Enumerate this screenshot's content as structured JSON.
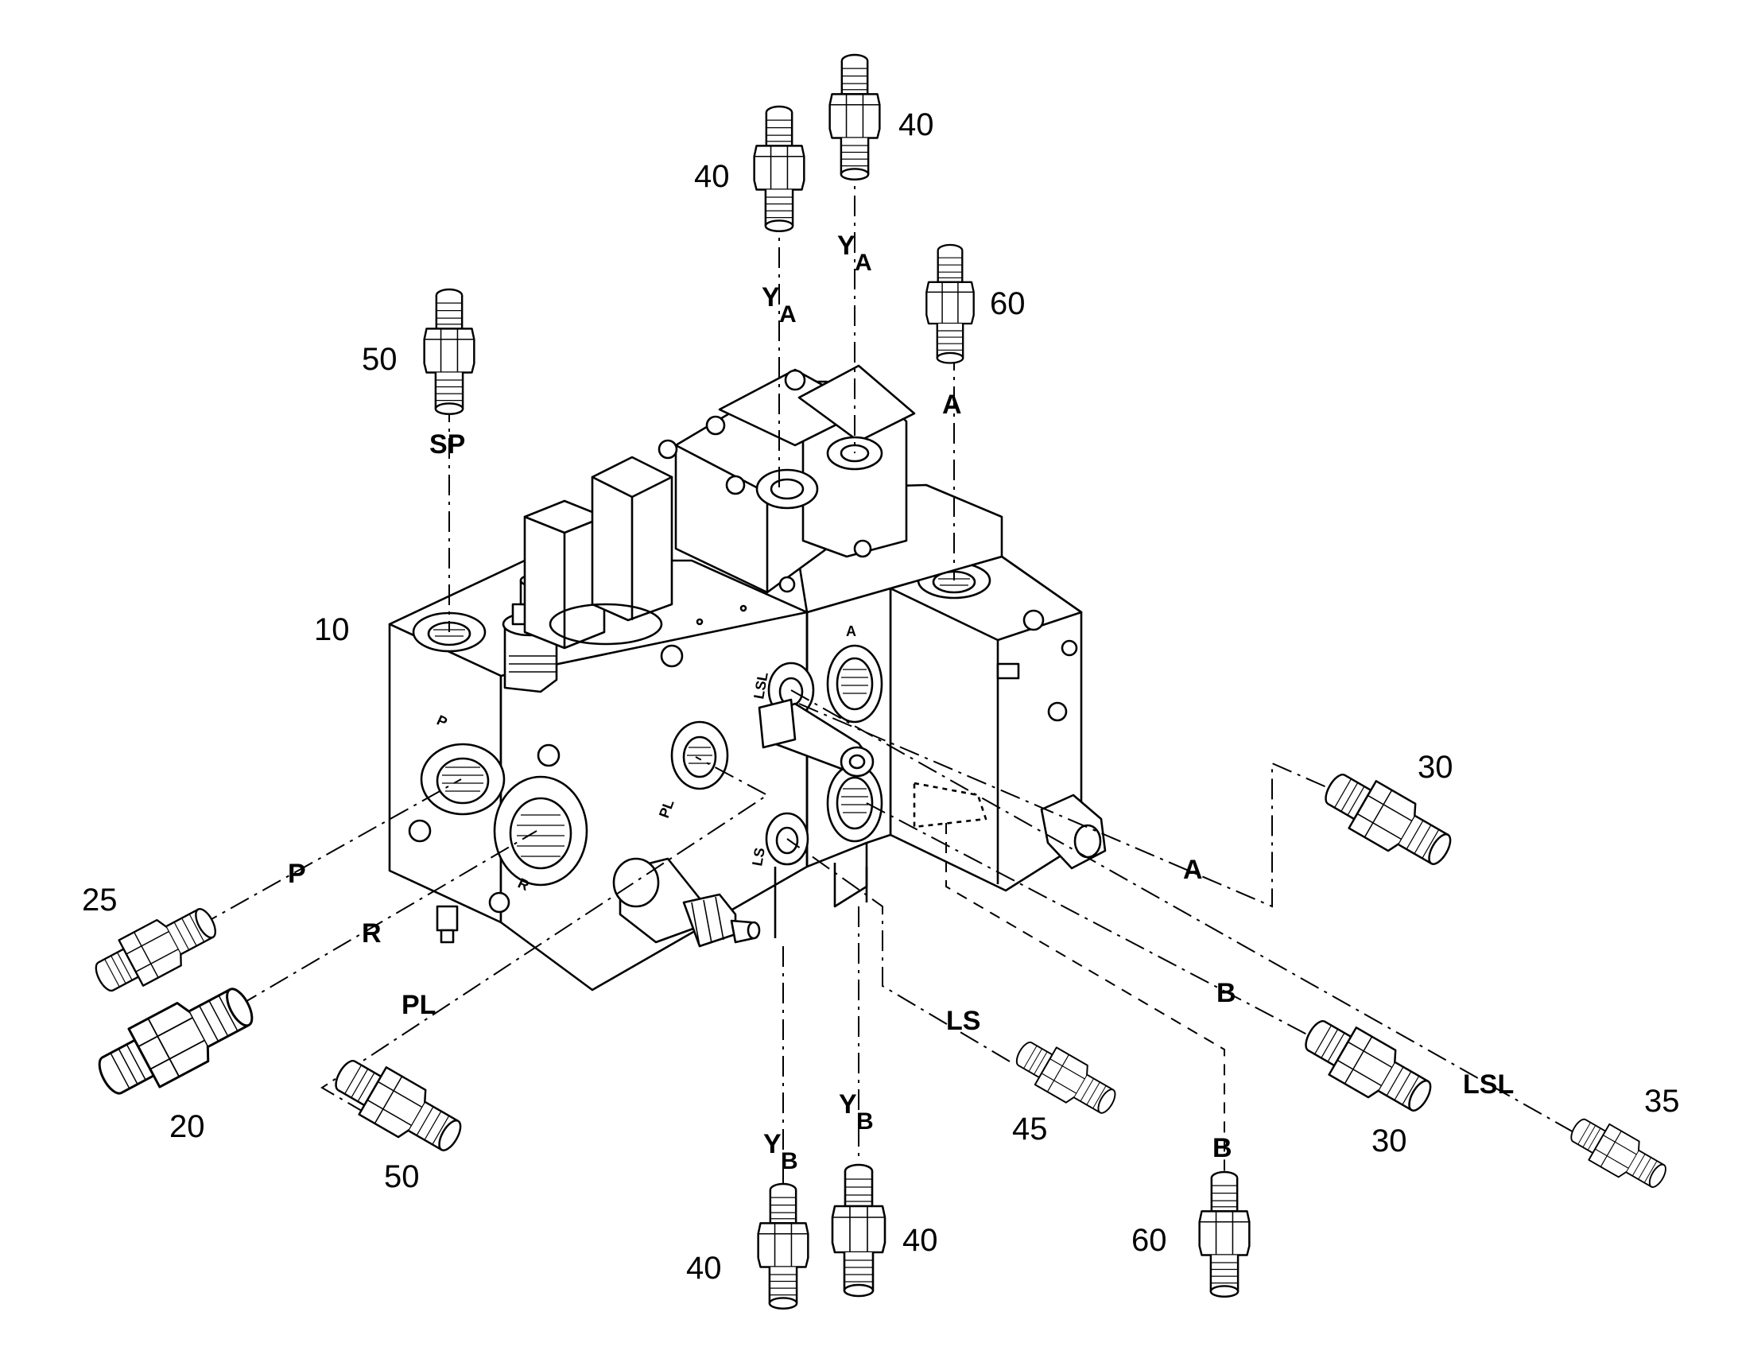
{
  "diagram": {
    "item_labels": {
      "block": "10",
      "fitting_top_a1": "40",
      "fitting_top_a2": "40",
      "fitting_a": "60",
      "fitting_sp": "50",
      "fitting_p": "25",
      "fitting_r": "20",
      "fitting_pl": "50",
      "fitting_bottom_b1": "40",
      "fitting_bottom_b2": "40",
      "fitting_ls": "45",
      "fitting_b": "60",
      "fitting_b_side": "30",
      "fitting_a_side": "30",
      "fitting_lsl": "35"
    },
    "port_labels": {
      "sp": "SP",
      "a_top": "A",
      "ya_left_main": "Y",
      "ya_left_sub": "A",
      "ya_right_main": "Y",
      "ya_right_sub": "A",
      "p": "P",
      "r": "R",
      "pl": "PL",
      "ls": "LS",
      "b_mid": "B",
      "a_side": "A",
      "lsl": "LSL",
      "b_bottom": "B",
      "yb_left_main": "Y",
      "yb_left_sub": "B",
      "yb_right_main": "Y",
      "yb_right_sub": "B"
    },
    "face_marks": {
      "p": "P",
      "r": "R",
      "pl": "PL",
      "ls": "LS",
      "lsl": "LSL",
      "a": "A"
    }
  }
}
